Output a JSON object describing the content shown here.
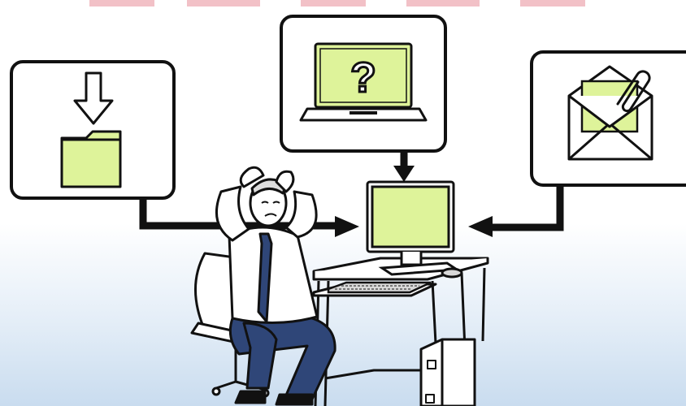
{
  "colors": {
    "screen_fill": "#def39a",
    "outline": "#111111",
    "accent_bar": "#e06070",
    "floor": "#c9dcef"
  },
  "panels": [
    {
      "id": "download",
      "icon": "download-folder-icon"
    },
    {
      "id": "unknown",
      "icon": "laptop-question-icon"
    },
    {
      "id": "email",
      "icon": "email-attachment-icon"
    }
  ],
  "labels": {
    "question_mark": "?"
  }
}
